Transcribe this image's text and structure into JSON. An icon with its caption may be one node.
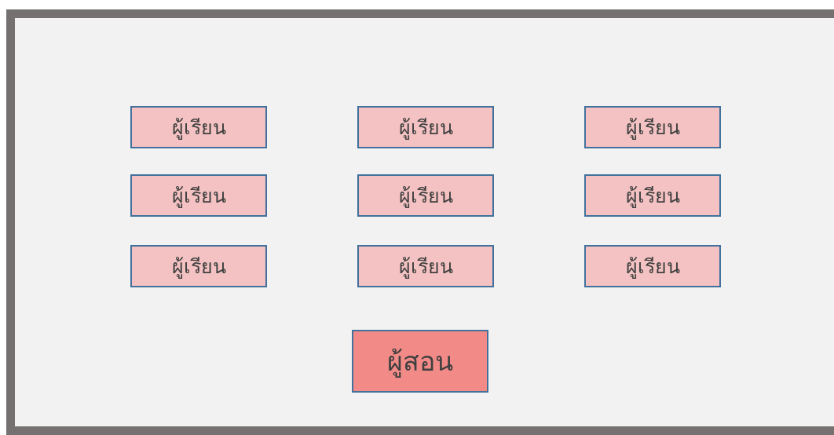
{
  "diagram": {
    "nodes": [
      {
        "text": [
          "ผู้เรียน"
        ]
      },
      {
        "text": [
          "ผู้เรียน"
        ]
      },
      {
        "text": [
          "ผู้เรียน"
        ]
      },
      {
        "text": [
          "ผู้เรียน"
        ]
      },
      {
        "text": [
          "ผู้เรียน"
        ]
      },
      {
        "text": [
          "ผู้เรียน"
        ]
      },
      {
        "text": [
          "ผู้เรียน"
        ]
      },
      {
        "text": [
          "ผู้เรียน"
        ]
      },
      {
        "text": [
          "ผู้เรียน"
        ]
      },
      {
        "text": [
          "ผู้สอน"
        ]
      }
    ]
  }
}
